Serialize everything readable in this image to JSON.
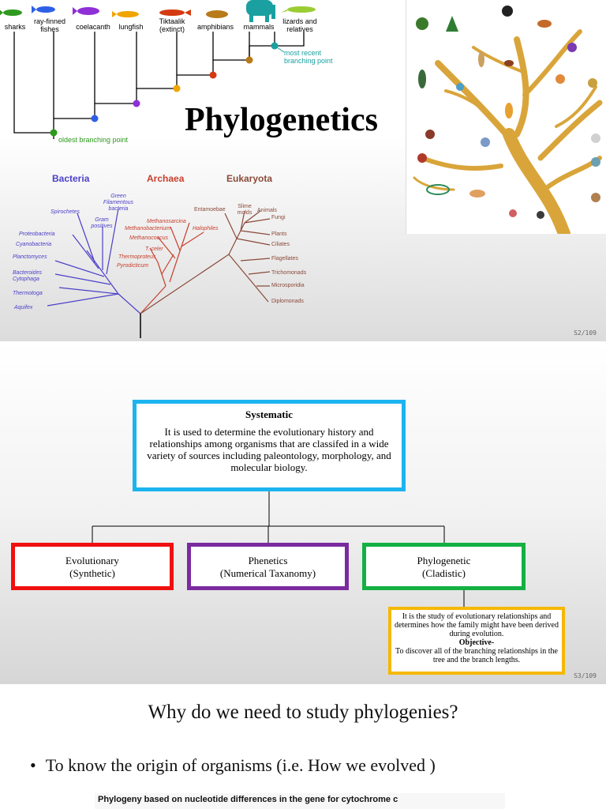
{
  "slide1": {
    "title": "Phylogenetics",
    "cladogram": {
      "taxa": [
        "sharks",
        "ray-finned fishes",
        "coelacanth",
        "lungfish",
        "Tiktaalik (extinct)",
        "amphibians",
        "mammals",
        "lizards and relatives"
      ],
      "recent_note": "most recent branching point",
      "oldest_note": "oldest branching point",
      "note_colors": {
        "recent": "#1aa0a0",
        "oldest": "#2e9a1e"
      },
      "node_colors": [
        "#2e9a1e",
        "#2f5fe6",
        "#8f2fd6",
        "#f0a500",
        "#d43a10",
        "#b87a1a"
      ]
    },
    "domains": {
      "bacteria": {
        "label": "Bacteria",
        "color": "#4b3fc8"
      },
      "archaea": {
        "label": "Archaea",
        "color": "#c8402e"
      },
      "eukaryota": {
        "label": "Eukaryota",
        "color": "#8a4a3a"
      }
    },
    "bacteria_taxa": [
      "Green Filamentous bacteria",
      "Spirochetes",
      "Gram positives",
      "Proteobacteria",
      "Cyanobacteria",
      "Planctomyces",
      "Bacteroides Cytophaga",
      "Thermotoga",
      "Aquifex"
    ],
    "archaea_taxa": [
      "Methanosarcina",
      "Methanobacterium",
      "Halophiles",
      "Methanococcus",
      "T. celer",
      "Thermoproteus",
      "Pyrodicticum"
    ],
    "eukaryota_taxa": [
      "Entamoebae",
      "Slime molds",
      "Animals",
      "Fungi",
      "Plants",
      "Ciliates",
      "Flagellates",
      "Trichomonads",
      "Microsporidia",
      "Diplomonads"
    ],
    "page": "S2/109"
  },
  "slide2": {
    "systematic": {
      "title": "Systematic",
      "desc": "It is used to determine the evolutionary history and relationships among organisms that are classifed in a wide variety of sources including paleontology, morphology, and molecular biology."
    },
    "categories": [
      {
        "line1": "Evolutionary",
        "line2": "(Synthetic)",
        "color": "#f01010"
      },
      {
        "line1": "Phenetics",
        "line2": "(Numerical Taxanomy)",
        "color": "#7a2b9f"
      },
      {
        "line1": "Phylogenetic",
        "line2": "(Cladistic)",
        "color": "#14b043"
      }
    ],
    "definition": {
      "text": "It is the study of evolutionary relationships and determines how the family might have been derived during evolution.",
      "objective_label": "Objective-",
      "objective_text": "To discover all of the branching relationships in the tree and the branch lengths."
    },
    "page": "S3/109"
  },
  "slide3": {
    "title": "Why do we need to study phylogenies?",
    "bullet": "To know the origin of organisms (i.e. How we evolved )",
    "figure_caption": "Phylogeny based on nucleotide differences in the gene for cytochrome c"
  }
}
